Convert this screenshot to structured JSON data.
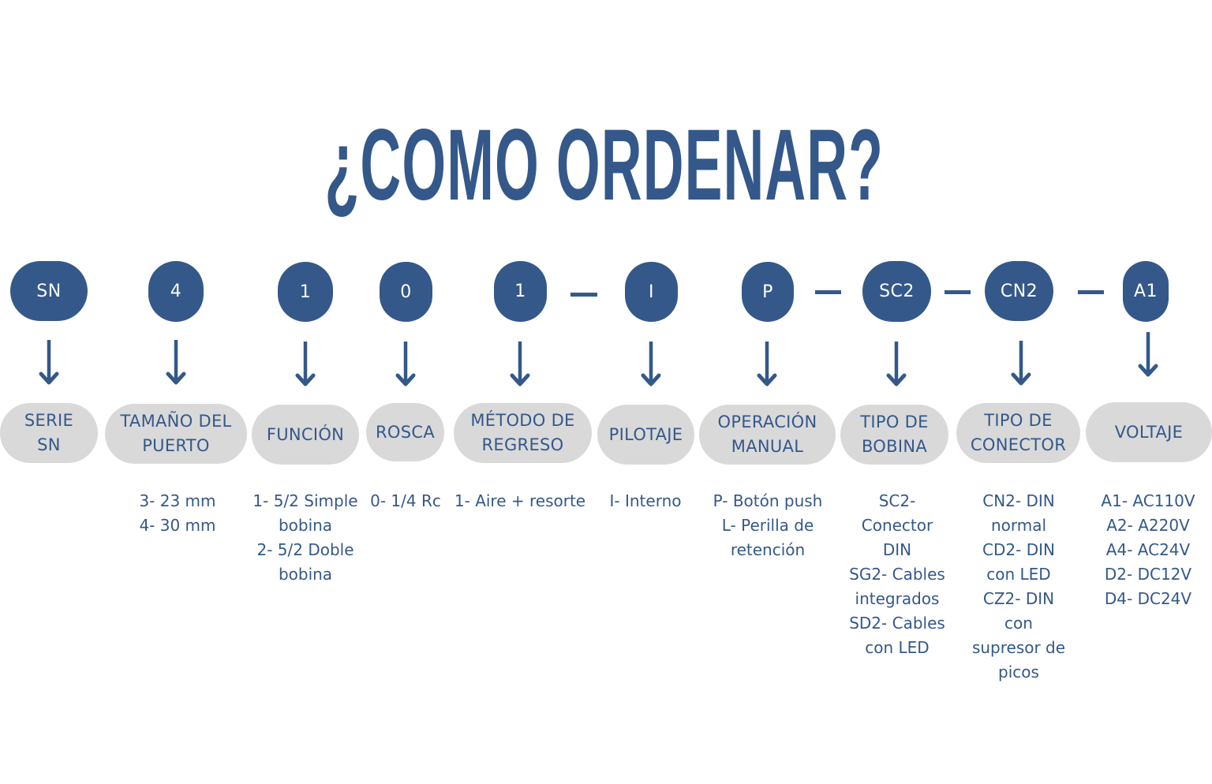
{
  "title": "¿COMO ORDENAR?",
  "colors": {
    "primary": "#34588a",
    "label_bg": "#d9d9d9",
    "background": "#ffffff",
    "pill_text": "#ffffff"
  },
  "separator": "—",
  "icons": {
    "arrow": "arrow-down-icon"
  },
  "segments": [
    {
      "code": "SN",
      "label": "SERIE\nSN",
      "options": []
    },
    {
      "code": "4",
      "label": "TAMAÑO DEL\nPUERTO",
      "options": [
        "3- 23 mm",
        "4- 30 mm"
      ]
    },
    {
      "code": "1",
      "label": "FUNCIÓN",
      "options": [
        "1- 5/2 Simple",
        "bobina",
        "2- 5/2 Doble",
        "bobina"
      ]
    },
    {
      "code": "0",
      "label": "ROSCA",
      "options": [
        "0- 1/4 Rc"
      ]
    },
    {
      "code": "1",
      "label": "MÉTODO DE\nREGRESO",
      "options": [
        "1- Aire + resorte"
      ]
    },
    {
      "code": "I",
      "label": "PILOTAJE",
      "options": [
        "I- Interno"
      ]
    },
    {
      "code": "P",
      "label": "OPERACIÓN\nMANUAL",
      "options": [
        "P- Botón push",
        "L- Perilla de",
        "retención"
      ]
    },
    {
      "code": "SC2",
      "label": "TIPO DE\nBOBINA",
      "options": [
        "SC2-",
        "Conector",
        "DIN",
        "SG2- Cables",
        "integrados",
        "SD2- Cables",
        "con LED"
      ]
    },
    {
      "code": "CN2",
      "label": "TIPO DE\nCONECTOR",
      "options": [
        "CN2- DIN",
        "normal",
        "CD2- DIN",
        "con LED",
        "CZ2- DIN",
        "con",
        "supresor de",
        "picos"
      ]
    },
    {
      "code": "A1",
      "label": "VOLTAJE",
      "options": [
        "A1- AC110V",
        "A2- A220V",
        "A4- AC24V",
        "D2- DC12V",
        "D4- DC24V"
      ]
    }
  ]
}
